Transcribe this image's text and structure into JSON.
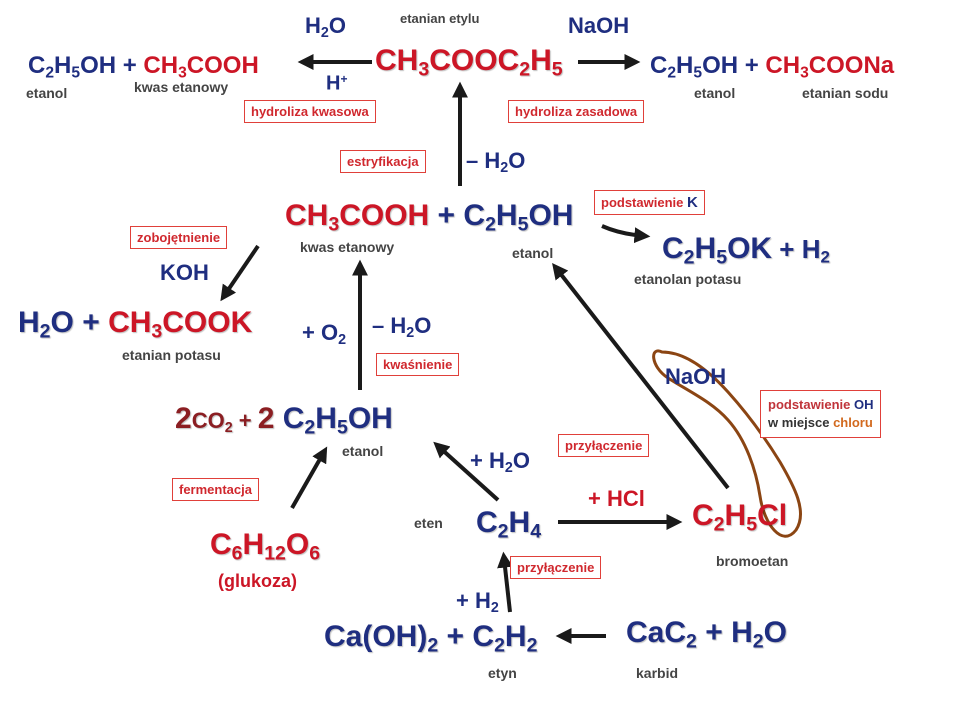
{
  "labels": {
    "etanian_etylu": "etanian etylu",
    "kwas_etanowy_top": "kwas etanowy",
    "etanol_top_left": "etanol",
    "etanol_top_right": "etanol",
    "etanian_sodu": "etanian sodu",
    "kwas_etanowy_mid": "kwas etanowy",
    "etanol_mid": "etanol",
    "etanolan_potasu": "etanolan potasu",
    "etanian_potasu": "etanian potasu",
    "etanol_low": "etanol",
    "glukoza": "(glukoza)",
    "eten": "eten",
    "bromoetan": "bromoetan",
    "etyn": "etyn",
    "karbid": "karbid"
  },
  "reagents": {
    "h2o_top": "H2O",
    "h_plus": "H+",
    "naoh_top": "NaOH",
    "minus_h2o_mid": "– H2O",
    "koh": "KOH",
    "plus_o2": "+ O2",
    "minus_h2o_low": "– H2O",
    "naoh_right": "NaOH",
    "plus_h2o": "+ H2O",
    "plus_hcl": "+ HCl",
    "plus_h2": "+ H2"
  },
  "boxes": {
    "hydroliza_kwasowa": "hydroliza kwasowa",
    "hydroliza_zasadowa": "hydroliza zasadowa",
    "estryfikacja": "estryfikacja",
    "podstawienie_k_text": "podstawienie",
    "podstawienie_k_el": "K",
    "zobojetnienie": "zobojętnienie",
    "kwasnienie": "kwaśnienie",
    "przylaczenie_1": "przyłączenie",
    "fermentacja": "fermentacja",
    "przylaczenie_2": "przyłączenie",
    "podst_oh_1": "podstawienie",
    "podst_oh_2": "OH",
    "podst_oh_3": "w miejsce",
    "podst_oh_4": "chloru"
  },
  "formulas": {
    "ester": "CH3COOC2H5",
    "hydrolysis_acid_products": "C2H5OH + CH3COOH",
    "hydrolysis_base_products": "C2H5OH + CH3COONa",
    "acid_plus_ethanol": "CH3COOH + C2H5OH",
    "potassium_ethoxide": "C2H5OK + H2",
    "neutralization_products": "H2O + CH3COOK",
    "fermentation_products": "2CO2 + 2 C2H5OH",
    "glucose": "C6H12O6",
    "ethene": "C2H4",
    "chloroethane": "C2H5Cl",
    "acetylene_products": "Ca(OH)2 + C2H2",
    "carbide_reactants": "CaC2 + H2O"
  },
  "colors": {
    "formula_blue": "#1f2e80",
    "formula_red": "#cc1626",
    "box_border": "#e0403a",
    "lasso": "#8b4513",
    "arrow": "#1a1a1a"
  }
}
